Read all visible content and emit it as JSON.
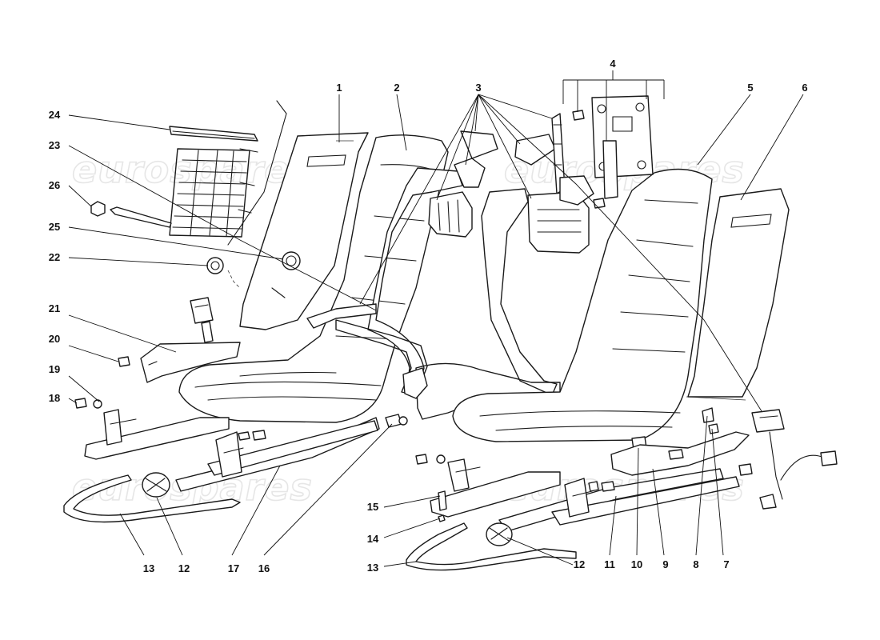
{
  "watermark": {
    "text": "eurospares",
    "color": "#e6e6e6"
  },
  "callouts": [
    {
      "id": "1",
      "label": "1"
    },
    {
      "id": "2",
      "label": "2"
    },
    {
      "id": "3",
      "label": "3"
    },
    {
      "id": "4",
      "label": "4"
    },
    {
      "id": "5",
      "label": "5"
    },
    {
      "id": "6",
      "label": "6"
    },
    {
      "id": "7",
      "label": "7"
    },
    {
      "id": "8",
      "label": "8"
    },
    {
      "id": "9",
      "label": "9"
    },
    {
      "id": "10",
      "label": "10"
    },
    {
      "id": "11",
      "label": "11"
    },
    {
      "id": "12a",
      "label": "12"
    },
    {
      "id": "12b",
      "label": "12"
    },
    {
      "id": "13a",
      "label": "13"
    },
    {
      "id": "13b",
      "label": "13"
    },
    {
      "id": "14",
      "label": "14"
    },
    {
      "id": "15",
      "label": "15"
    },
    {
      "id": "16",
      "label": "16"
    },
    {
      "id": "17",
      "label": "17"
    },
    {
      "id": "18",
      "label": "18"
    },
    {
      "id": "19",
      "label": "19"
    },
    {
      "id": "20",
      "label": "20"
    },
    {
      "id": "21",
      "label": "21"
    },
    {
      "id": "22",
      "label": "22"
    },
    {
      "id": "23",
      "label": "23"
    },
    {
      "id": "24",
      "label": "24"
    },
    {
      "id": "25",
      "label": "25"
    },
    {
      "id": "26",
      "label": "26"
    }
  ]
}
